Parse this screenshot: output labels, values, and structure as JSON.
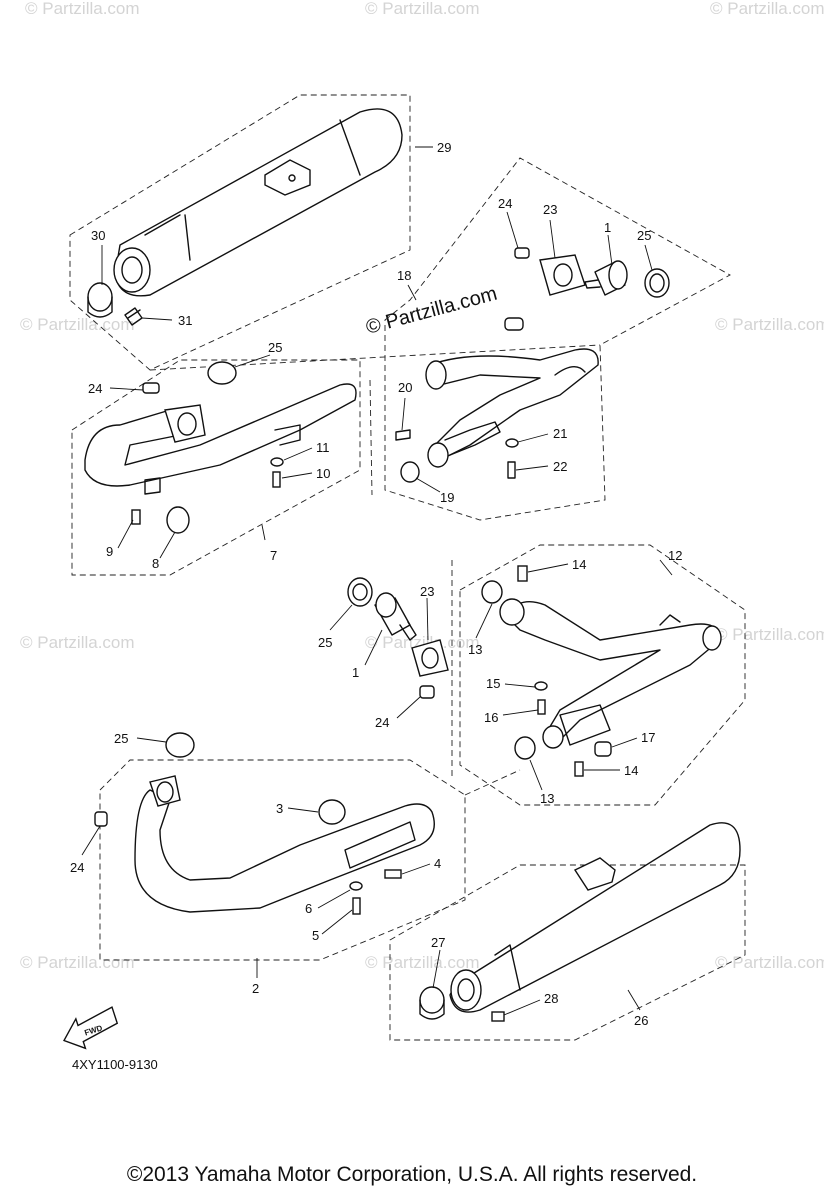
{
  "watermark": {
    "text": "© Partzilla.com",
    "dark_text": "© Partzilla.com"
  },
  "fwd_label": "FWD",
  "diagram_code": "4XY1100-9130",
  "copyright": "©2013  Yamaha Motor Corporation, U.S.A. All rights reserved.",
  "callouts": [
    "29",
    "30",
    "31",
    "24",
    "23",
    "1",
    "25",
    "18",
    "25",
    "24",
    "11",
    "10",
    "9",
    "8",
    "7",
    "20",
    "21",
    "22",
    "19",
    "14",
    "12",
    "23",
    "25",
    "1",
    "13",
    "15",
    "16",
    "24",
    "17",
    "14",
    "13",
    "25",
    "3",
    "4",
    "6",
    "5",
    "24",
    "2",
    "27",
    "28",
    "26"
  ]
}
